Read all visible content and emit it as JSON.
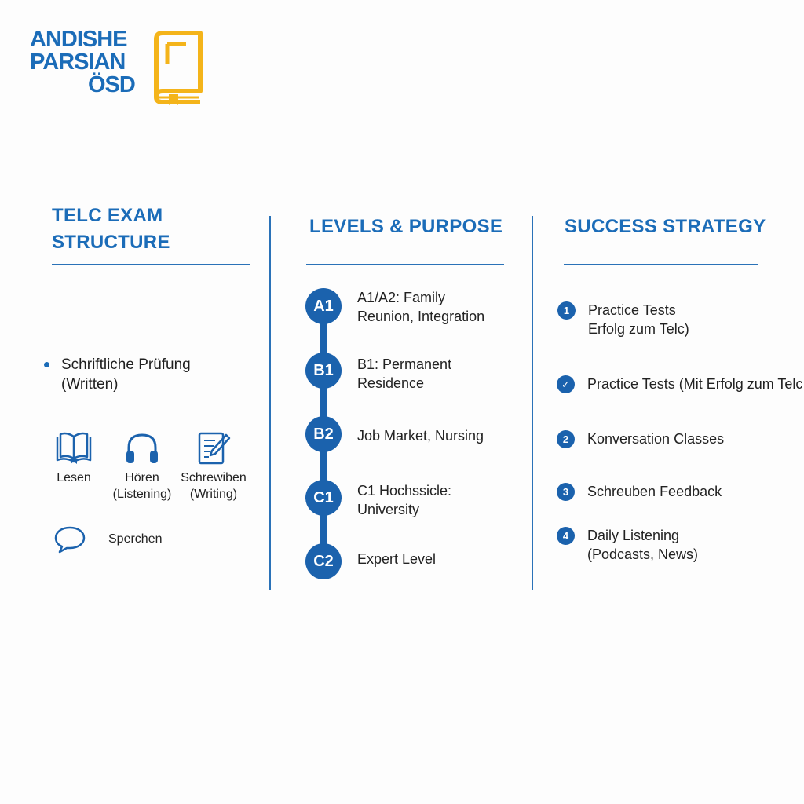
{
  "logo": {
    "line1": "ANDISHE",
    "line2": "PARSIAN",
    "line3": "ÖSD",
    "colors": {
      "text": "#1b6cb8",
      "book": "#f4b41a"
    }
  },
  "columns": {
    "structure": {
      "title_line1": "TELC EXAM",
      "title_line2": "STRUCTURE",
      "written": {
        "line1": "Schriftliche Prüfung",
        "line2": "(Written)"
      },
      "skills": [
        {
          "icon": "open-book-icon",
          "line1": "Lesen",
          "line2": ""
        },
        {
          "icon": "headphones-icon",
          "line1": "Hören",
          "line2": "(Listening)"
        },
        {
          "icon": "writing-icon",
          "line1": "Schrewiben",
          "line2": "(Writing)"
        }
      ],
      "speaking": {
        "icon": "speech-bubble-icon",
        "label": "Sperchen"
      }
    },
    "levels": {
      "title": "LEVELS & PURPOSE",
      "items": [
        {
          "badge": "A1",
          "line1": "A1/A2: Family",
          "line2": "Reunion, Integration"
        },
        {
          "badge": "B1",
          "line1": "B1: Permanent",
          "line2": "Residence"
        },
        {
          "badge": "B2",
          "line1": "Job Market, Nursing",
          "line2": ""
        },
        {
          "badge": "C1",
          "line1": "C1 Hochssicle:",
          "line2": "University"
        },
        {
          "badge": "C2",
          "line1": "Expert Level",
          "line2": ""
        }
      ]
    },
    "strategy": {
      "title": "SUCCESS STRATEGY",
      "items": [
        {
          "marker": "1",
          "line1": "Practice Tests",
          "line2": "Erfolg zum Telc)"
        },
        {
          "marker": "✓",
          "line1": "Practice Tests (Mit Erfolg zum Telc",
          "line2": ""
        },
        {
          "marker": "2",
          "line1": "Konversation Classes",
          "line2": ""
        },
        {
          "marker": "3",
          "line1": "Schreuben Feedback",
          "line2": ""
        },
        {
          "marker": "4",
          "line1": "Daily Listening",
          "line2": "(Podcasts, News)"
        }
      ]
    }
  },
  "colors": {
    "accent": "#1b6cb8",
    "dark_accent": "#1b62ad"
  }
}
